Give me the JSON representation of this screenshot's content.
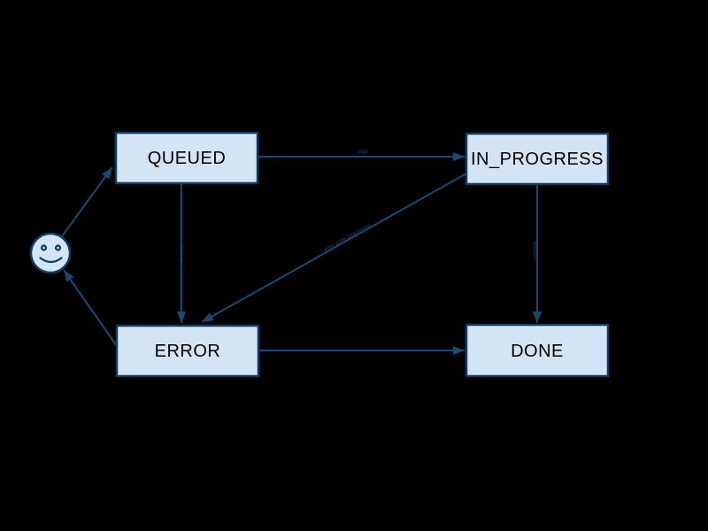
{
  "diagram": {
    "type": "state-machine",
    "background": "#000000",
    "colors": {
      "bg": "#000000",
      "node-fill": "#d3e4f4",
      "node-border": "#0f3d63",
      "node-text": "#000000",
      "edge": "#174a74",
      "edge-text": "#174a74"
    },
    "nodes": {
      "queued": {
        "label": "QUEUED"
      },
      "in_progress": {
        "label": "IN_PROGRESS"
      },
      "error": {
        "label": "ERROR"
      },
      "done": {
        "label": "DONE"
      }
    },
    "actor": {
      "id": "user",
      "icon": "smiley-face"
    },
    "edges": {
      "user_to_queued": {
        "from": "user",
        "to": "queued",
        "label": ""
      },
      "queued_to_in_progress": {
        "from": "queued",
        "to": "in_progress",
        "label": "start"
      },
      "queued_to_error": {
        "from": "queued",
        "to": "error",
        "label": "timeout"
      },
      "in_progress_to_error": {
        "from": "in_progress",
        "to": "error",
        "label": "error while processing"
      },
      "in_progress_to_done": {
        "from": "in_progress",
        "to": "done",
        "label": "success"
      },
      "error_to_done": {
        "from": "error",
        "to": "done",
        "label": ""
      },
      "error_to_user": {
        "from": "error",
        "to": "user",
        "label": ""
      }
    }
  }
}
